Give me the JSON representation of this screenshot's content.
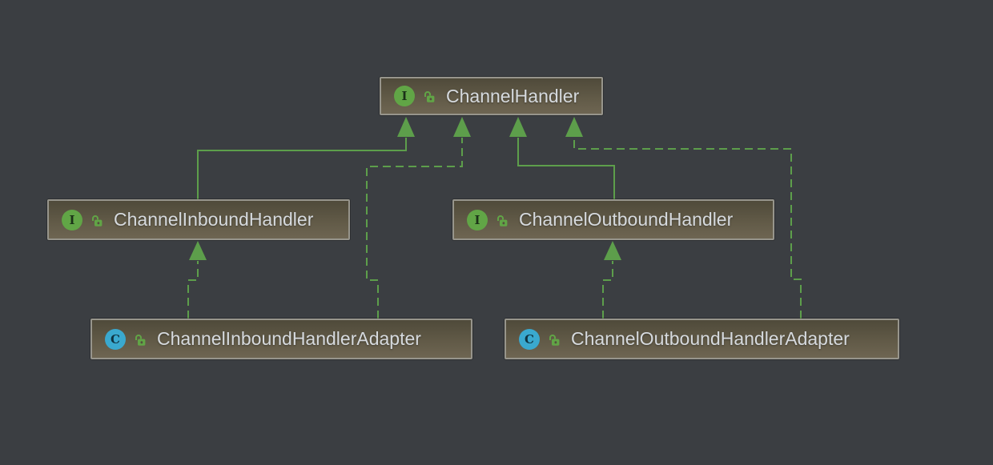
{
  "diagram": {
    "tool": "uml-class-diagram",
    "colors": {
      "background": "#3b3e42",
      "edge_green": "#5d9e4b",
      "interface_icon_green": "#61a546",
      "class_icon_blue": "#3aa9cf",
      "node_fill_top": "#4f4a3a",
      "node_fill_bottom": "#6e6552",
      "node_border": "#97958c",
      "label_text": "#d6dade"
    },
    "nodes": {
      "handler": {
        "label": "ChannelHandler",
        "kind": "interface",
        "kind_letter": "I",
        "visibility": "public"
      },
      "inbound": {
        "label": "ChannelInboundHandler",
        "kind": "interface",
        "kind_letter": "I",
        "visibility": "public"
      },
      "outbound": {
        "label": "ChannelOutboundHandler",
        "kind": "interface",
        "kind_letter": "I",
        "visibility": "public"
      },
      "inbound_adapter": {
        "label": "ChannelInboundHandlerAdapter",
        "kind": "class",
        "kind_letter": "C",
        "visibility": "public"
      },
      "outbound_adapter": {
        "label": "ChannelOutboundHandlerAdapter",
        "kind": "class",
        "kind_letter": "C",
        "visibility": "public"
      }
    },
    "edges": [
      {
        "from": "ChannelInboundHandler",
        "to": "ChannelHandler",
        "type": "extends",
        "line": "solid"
      },
      {
        "from": "ChannelOutboundHandler",
        "to": "ChannelHandler",
        "type": "extends",
        "line": "solid"
      },
      {
        "from": "ChannelInboundHandlerAdapter",
        "to": "ChannelInboundHandler",
        "type": "implements",
        "line": "dashed"
      },
      {
        "from": "ChannelInboundHandlerAdapter",
        "to": "ChannelHandler",
        "type": "implements",
        "line": "dashed"
      },
      {
        "from": "ChannelOutboundHandlerAdapter",
        "to": "ChannelOutboundHandler",
        "type": "implements",
        "line": "dashed"
      },
      {
        "from": "ChannelOutboundHandlerAdapter",
        "to": "ChannelHandler",
        "type": "implements",
        "line": "dashed"
      }
    ]
  }
}
